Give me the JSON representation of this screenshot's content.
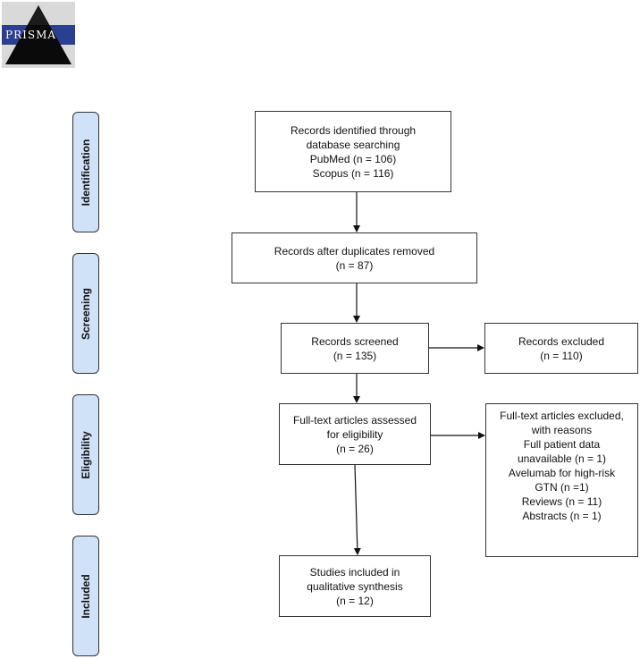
{
  "logo": {
    "text": "PRISMA"
  },
  "stages": {
    "identification": "Identification",
    "screening": "Screening",
    "eligibility": "Eligibility",
    "included": "Included"
  },
  "boxes": {
    "identified": [
      "Records identified through",
      "database searching",
      "PubMed (n = 106)",
      "Scopus (n = 116)"
    ],
    "duplicates_removed": [
      "Records after duplicates removed",
      "(n = 87)"
    ],
    "screened": [
      "Records screened",
      "(n = 135)"
    ],
    "excluded": [
      "Records excluded",
      "(n = 110)"
    ],
    "fulltext_assessed": [
      "Full-text articles assessed",
      "for eligibility",
      "(n = 26)"
    ],
    "fulltext_excluded": [
      "Full-text articles excluded,",
      "with reasons",
      "Full patient data",
      "unavailable (n = 1)",
      "Avelumab for high-risk",
      "GTN (n =1)",
      "Reviews (n = 11)",
      "Abstracts (n = 1)"
    ],
    "included": [
      "Studies included in",
      "qualitative synthesis",
      "(n = 12)"
    ]
  }
}
